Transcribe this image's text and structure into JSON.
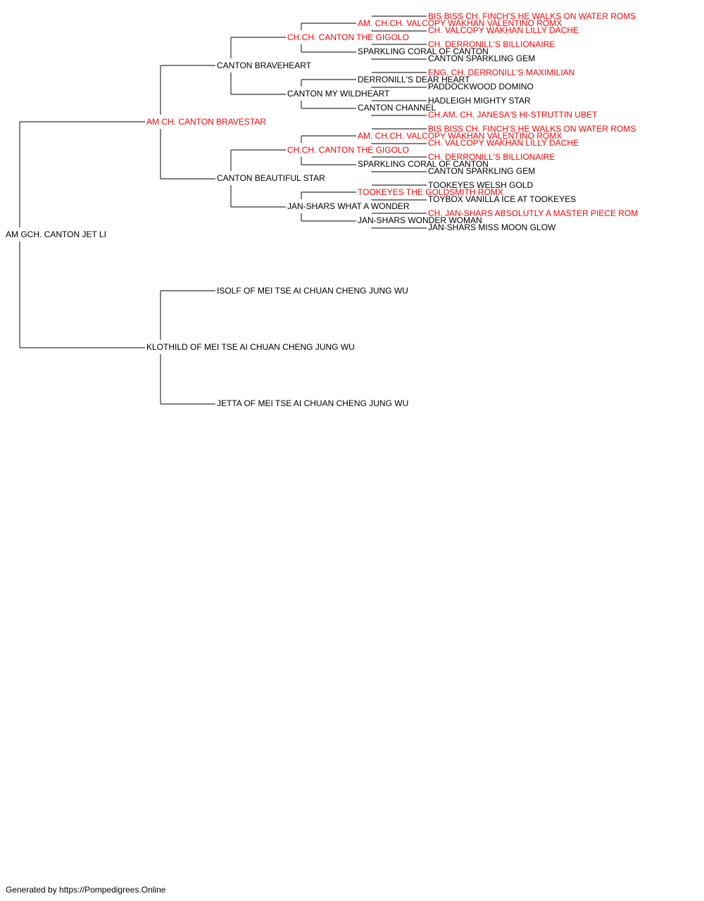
{
  "colors": {
    "champion": "#ff0000",
    "normal": "#000000",
    "connector": "#333333"
  },
  "pedigree": {
    "name": "AM GCH. CANTON JET LI",
    "champion": false,
    "sire": {
      "name": "AM CH. CANTON BRAVESTAR",
      "champion": true,
      "sire": {
        "name": "CANTON BRAVEHEART",
        "champion": false,
        "sire": {
          "name": "CH.CH. CANTON THE GIGOLO",
          "champion": true,
          "sire": {
            "name": "AM. CH.CH. VALCOPY WAKHAN VALENTINO ROMX",
            "champion": true,
            "sire": {
              "name": "BIS BISS CH. FINCH'S HE WALKS ON WATER ROMS",
              "champion": true
            },
            "dam": {
              "name": "CH. VALCOPY WAKHAN LILLY DACHE",
              "champion": true
            }
          },
          "dam": {
            "name": "SPARKLING CORAL OF CANTON",
            "champion": false,
            "sire": {
              "name": "CH. DERRONILL'S BILLIONAIRE",
              "champion": true
            },
            "dam": {
              "name": "CANTON SPARKLING GEM",
              "champion": false
            }
          }
        },
        "dam": {
          "name": "CANTON MY WILDHEART",
          "champion": false,
          "sire": {
            "name": "DERRONILL'S DEAR HEART",
            "champion": false,
            "sire": {
              "name": "ENG. CH. DERRONILL'S MAXIMILIAN",
              "champion": true
            },
            "dam": {
              "name": "PADDOCKWOOD DOMINO",
              "champion": false
            }
          },
          "dam": {
            "name": "CANTON CHANNEL",
            "champion": false,
            "sire": {
              "name": "HADLEIGH MIGHTY STAR",
              "champion": false
            },
            "dam": {
              "name": "CH.AM. CH. JANESA'S HI-STRUTTIN UBET",
              "champion": true
            }
          }
        }
      },
      "dam": {
        "name": "CANTON BEAUTIFUL STAR",
        "champion": false,
        "sire": {
          "name": "CH.CH. CANTON THE GIGOLO",
          "champion": true,
          "sire": {
            "name": "AM. CH.CH. VALCOPY WAKHAN VALENTINO ROMX",
            "champion": true,
            "sire": {
              "name": "BIS BISS CH. FINCH'S HE WALKS ON WATER ROMS",
              "champion": true
            },
            "dam": {
              "name": "CH. VALCOPY WAKHAN LILLY DACHE",
              "champion": true
            }
          },
          "dam": {
            "name": "SPARKLING CORAL OF CANTON",
            "champion": false,
            "sire": {
              "name": "CH. DERRONILL'S BILLIONAIRE",
              "champion": true
            },
            "dam": {
              "name": "CANTON SPARKLING GEM",
              "champion": false
            }
          }
        },
        "dam": {
          "name": "JAN-SHARS WHAT A WONDER",
          "champion": false,
          "sire": {
            "name": "TOOKEYES THE GOLDSMITH ROMX",
            "champion": true,
            "sire": {
              "name": "TOOKEYES WELSH GOLD",
              "champion": false
            },
            "dam": {
              "name": "TOYBOX VANILLA ICE AT TOOKEYES",
              "champion": false
            }
          },
          "dam": {
            "name": "JAN-SHARS WONDER WOMAN",
            "champion": false,
            "sire": {
              "name": "CH. JAN-SHARS ABSOLUTLY A MASTER PIECE ROM",
              "champion": true
            },
            "dam": {
              "name": "JAN-SHARS MISS MOON GLOW",
              "champion": false
            }
          }
        }
      }
    },
    "dam": {
      "name": "KLOTHILD OF MEI TSE AI CHUAN CHENG JUNG WU",
      "champion": false,
      "sire": {
        "name": "ISOLF OF MEI TSE AI CHUAN CHENG JUNG WU",
        "champion": false
      },
      "dam": {
        "name": "JETTA OF MEI TSE AI CHUAN CHENG JUNG WU",
        "champion": false
      }
    }
  },
  "footer": "Generated by https://Pompedigrees.Online"
}
